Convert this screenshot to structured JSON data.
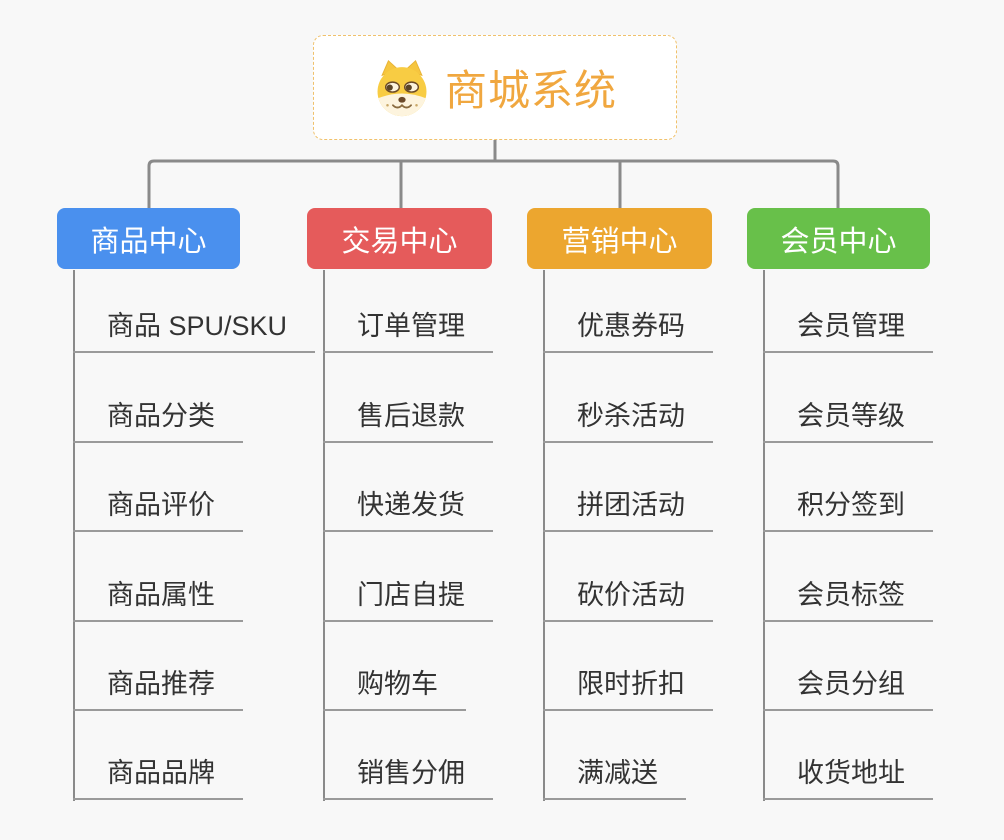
{
  "page": {
    "background_color": "#f8f8f8",
    "connector_color": "#8a8a8a",
    "leaf_line_color": "#9a9a9a",
    "leaf_text_color": "#333333"
  },
  "root": {
    "title": "商城系统",
    "icon": "shiba-dog-icon",
    "text_color": "#f0a73f",
    "border_color": "#f0c16b"
  },
  "branches": [
    {
      "label": "商品中心",
      "color": "#4a90ee",
      "items": [
        "商品 SPU/SKU",
        "商品分类",
        "商品评价",
        "商品属性",
        "商品推荐",
        "商品品牌"
      ]
    },
    {
      "label": "交易中心",
      "color": "#e55b5b",
      "items": [
        "订单管理",
        "售后退款",
        "快递发货",
        "门店自提",
        "购物车",
        "销售分佣"
      ]
    },
    {
      "label": "营销中心",
      "color": "#eca62f",
      "items": [
        "优惠券码",
        "秒杀活动",
        "拼团活动",
        "砍价活动",
        "限时折扣",
        "满减送"
      ]
    },
    {
      "label": "会员中心",
      "color": "#68c04a",
      "items": [
        "会员管理",
        "会员等级",
        "积分签到",
        "会员标签",
        "会员分组",
        "收货地址"
      ]
    }
  ]
}
